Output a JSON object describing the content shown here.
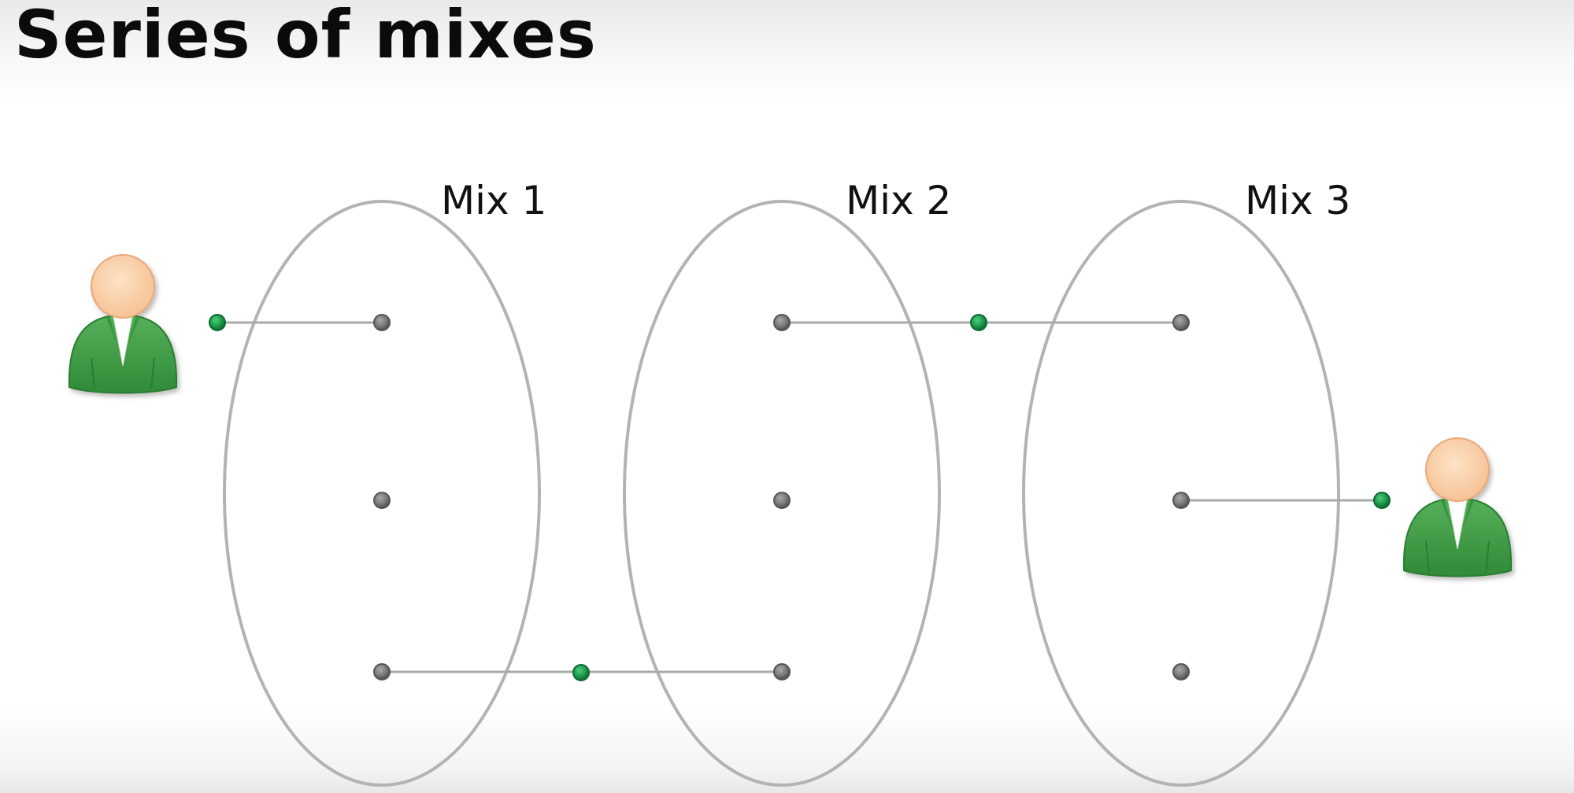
{
  "slide": {
    "title": "Series of mixes"
  },
  "mixes": [
    {
      "label": "Mix 1"
    },
    {
      "label": "Mix 2"
    },
    {
      "label": "Mix 3"
    }
  ],
  "colors": {
    "ellipse_stroke": "#b0b0b0",
    "link_line": "#a9a9a9",
    "node_gray": "#7a7a7a",
    "node_green": "#1e9a4a",
    "user_shirt": "#3f9a44",
    "user_skin": "#fcd2ab"
  },
  "icons": {
    "sender": "user-icon",
    "receiver": "user-icon"
  }
}
